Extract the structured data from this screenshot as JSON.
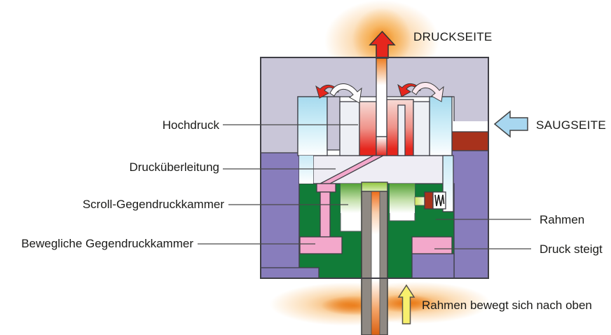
{
  "labels": {
    "druckseite": "DRUCKSEITE",
    "saugseite": "SAUGSEITE",
    "hochdruck": "Hochdruck",
    "druckueberleitung": "Drucküberleitung",
    "scroll_gegendruckkammer": "Scroll-Gegendruckkammer",
    "bewegliche_gegendruckkammer": "Bewegliche Gegendruckkammer",
    "rahmen": "Rahmen",
    "druck_steigt": "Druck steigt",
    "rahmen_bewegt": "Rahmen bewegt sich nach oben"
  },
  "colors": {
    "lavender": "#c9c6d8",
    "purple": "#887dbc",
    "green": "#117c38",
    "pink": "#f3a8cb",
    "red": "#e5261d",
    "orange": "#ee7d1e",
    "brown": "#a8321c",
    "blue_arrow": "#a8d7f0",
    "cyan": "#a6daee",
    "yellow": "#f7ef6d",
    "shaft_gray": "#8f8983"
  }
}
